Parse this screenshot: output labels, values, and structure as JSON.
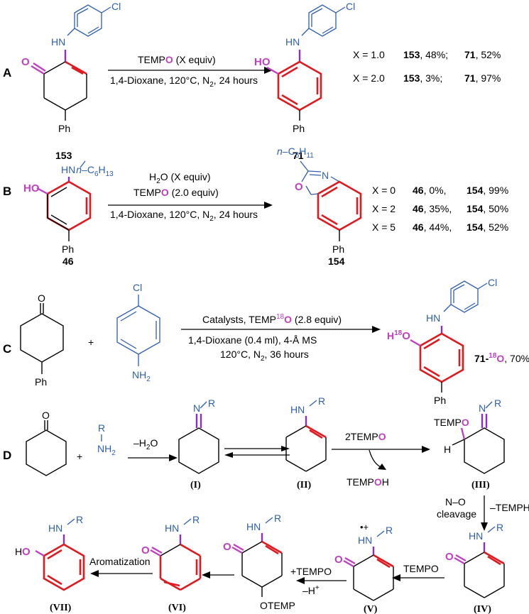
{
  "panels": {
    "A": {
      "label": "A",
      "reagent_main": "TEMP",
      "reagent_o": "O",
      "reagent_rest": " (X equiv)",
      "conditions_pre": "1,4-Dioxane, 120°C, N",
      "conditions_sub": "2",
      "conditions_post": ", 24 hours",
      "start_label": "153",
      "product_label": "71",
      "results": [
        {
          "x": "X = 1.0",
          "c1": "153",
          "v1": ", 48%;",
          "c2": "71",
          "v2": ", 52%"
        },
        {
          "x": "X = 2.0",
          "c1": "153",
          "v1": ", 3%;",
          "c2": "71",
          "v2": ", 97%"
        }
      ]
    },
    "B": {
      "label": "B",
      "reagent1": "H",
      "reagent1_sub": "2",
      "reagent1_post": "O (X equiv)",
      "reagent2_main": "TEMP",
      "reagent2_o": "O",
      "reagent2_rest": " (2.0 equiv)",
      "conditions_pre": "1,4-Dioxane, 120°C, N",
      "conditions_sub": "2",
      "conditions_post": ", 24 hours",
      "start_label": "46",
      "product_label": "154",
      "chain_start_pre": "n",
      "chain_start_mid": "–C",
      "chain_start_sub": "6",
      "chain_start_h": "H",
      "chain_start_hsub": "13",
      "chain_prod_pre": "n",
      "chain_prod_mid": "–C",
      "chain_prod_sub": "5",
      "chain_prod_h": "H",
      "chain_prod_hsub": "11",
      "results": [
        {
          "x": "X = 0",
          "c1": "46",
          "v1": ", 0%,",
          "c2": "154",
          "v2": ", 99%"
        },
        {
          "x": "X = 2",
          "c1": "46",
          "v1": ", 35%,",
          "c2": "154",
          "v2": ", 50%"
        },
        {
          "x": "X = 5",
          "c1": "46",
          "v1": ", 44%,",
          "c2": "154",
          "v2": ", 52%"
        }
      ]
    },
    "C": {
      "label": "C",
      "plus": "+",
      "line1_pre": "Catalysts, TEMP",
      "line1_sup": "18",
      "line1_o": "O",
      "line1_post": " (2.8 equiv)",
      "line2": "1,4-Dioxane (0.4 ml),  4-Å MS",
      "line3_pre": "120°C, N",
      "line3_sub": "2",
      "line3_post": ", 36 hours",
      "product_label_main": "71-",
      "product_label_sup": "18",
      "product_label_o": "O",
      "product_yield": ", 70%",
      "ho_h": "H",
      "ho_sup": "18",
      "ho_o": "O"
    },
    "D": {
      "label": "D",
      "plus": "+",
      "water": "–H",
      "water_sub": "2",
      "water_post": "O",
      "tempo2_main": "2TEMP",
      "tempo2_o": "O",
      "tempoh_main": "TEMP",
      "tempoh_o": "O",
      "tempoh_post": "H",
      "tempo_on_iii": "TEMP",
      "tempo_on_iii_o": "O",
      "no_cleavage_1": "N–O",
      "no_cleavage_2": "cleavage",
      "minus_temph": "–TEMPH",
      "tempo_v": "TEMPO",
      "plus_tempo": "+TEMPO",
      "minus_h": "–H",
      "minus_h_sup": "+",
      "otemp": "OTEMP",
      "aromatization": "Aromatization",
      "intermediates": [
        "(I)",
        "(II)",
        "(III)",
        "(IV)",
        "(V)",
        "(VI)",
        "(VII)"
      ]
    }
  },
  "atoms": {
    "Cl": "Cl",
    "HN": "HN",
    "N": "N",
    "Ph": "Ph",
    "O": "O",
    "HO": "HO",
    "NH2": "NH",
    "NH2_sub": "2",
    "R": "R",
    "H": "H",
    "radical": "•+"
  }
}
